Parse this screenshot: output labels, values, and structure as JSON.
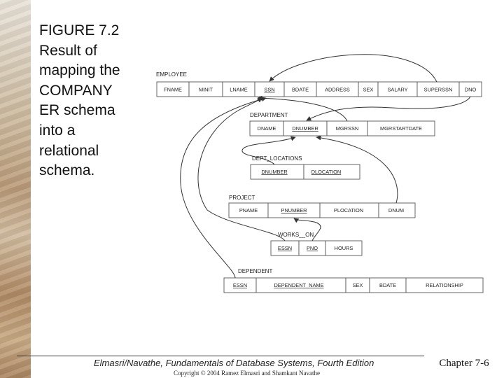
{
  "title_lines": [
    "FIGURE 7.2",
    "Result of",
    "mapping the",
    "COMPANY",
    "ER schema",
    "into a",
    "relational",
    "schema."
  ],
  "relations": {
    "employee": {
      "name": "EMPLOYEE",
      "attributes": [
        "FNAME",
        "MINIT",
        "LNAME",
        "SSN",
        "BDATE",
        "ADDRESS",
        "SEX",
        "SALARY",
        "SUPERSSN",
        "DNO"
      ]
    },
    "department": {
      "name": "DEPARTMENT",
      "attributes": [
        "DNAME",
        "DNUMBER",
        "MGRSSN",
        "MGRSTARTDATE"
      ]
    },
    "dept_locations": {
      "name": "DEPT_LOCATIONS",
      "attributes": [
        "DNUMBER",
        "DLOCATION"
      ]
    },
    "project": {
      "name": "PROJECT",
      "attributes": [
        "PNAME",
        "PNUMBER",
        "PLOCATION",
        "DNUM"
      ]
    },
    "works_on": {
      "name": "WORKS__ON",
      "attributes": [
        "ESSN",
        "PNO",
        "HOURS"
      ]
    },
    "dependent": {
      "name": "DEPENDENT",
      "attributes": [
        "ESSN",
        "DEPENDENT_NAME",
        "SEX",
        "BDATE",
        "RELATIONSHIP"
      ]
    }
  },
  "footer": {
    "book": "Elmasri/Navathe, Fundamentals of Database Systems, Fourth Edition",
    "copyright": "Copyright © 2004 Ramez Elmasri and Shamkant Navathe",
    "chapter": "Chapter 7-6"
  }
}
